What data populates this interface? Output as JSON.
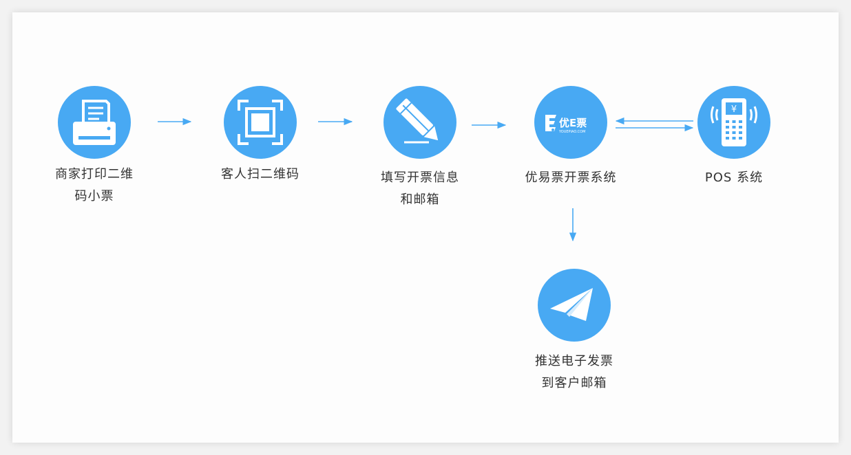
{
  "colors": {
    "accent": "#48a9f3",
    "text": "#333333",
    "background": "#fdfdfd"
  },
  "nodes": {
    "print": {
      "icon": "printer-icon",
      "label_line1": "商家打印二维",
      "label_line2": "码小票"
    },
    "scan": {
      "icon": "qr-scan-icon",
      "label_line1": "客人扫二维码"
    },
    "fill": {
      "icon": "pencil-icon",
      "label_line1": "填写开票信息",
      "label_line2": "和邮箱"
    },
    "system": {
      "icon": "youepiao-logo-icon",
      "logo_text": "优E票",
      "logo_subtext": "YOUEPIAO.COM",
      "label_line1": "优易票开票系统"
    },
    "pos": {
      "icon": "pos-terminal-icon",
      "symbol": "¥",
      "label_line1": "POS 系统"
    },
    "push": {
      "icon": "paper-plane-icon",
      "label_line1": "推送电子发票",
      "label_line2": "到客户邮箱"
    }
  }
}
